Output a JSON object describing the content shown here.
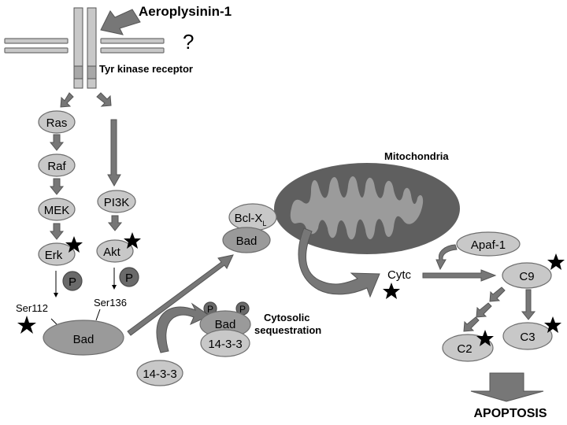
{
  "labels": {
    "drug": "Aeroplysinin-1",
    "question": "?",
    "receptor": "Tyr kinase receptor",
    "mitochondria": "Mitochondria",
    "cytosolic_line1": "Cytosolic",
    "cytosolic_line2": "sequestration",
    "apoptosis": "APOPTOSIS",
    "ser112": "Ser112",
    "ser136": "Ser136",
    "cytc": "Cytc"
  },
  "nodes": {
    "ras": "Ras",
    "raf": "Raf",
    "mek": "MEK",
    "erk": "Erk",
    "pi3k": "PI3K",
    "akt": "Akt",
    "bad_main": "Bad",
    "p": "P",
    "bad_complex": "Bad",
    "complex_1433": "14-3-3",
    "free_1433": "14-3-3",
    "bclx": "Bcl-X",
    "bclx_sub": "L",
    "bad_mito": "Bad",
    "apaf1": "Apaf-1",
    "c9": "C9",
    "c2": "C2",
    "c3": "C3"
  },
  "colors": {
    "light_node": "#c8c8c8",
    "mid_node": "#9a9a9a",
    "dark_node": "#6a6a6a",
    "mitochondria_outer": "#5f5f5f",
    "mitochondria_inner": "#9b9b9b",
    "arrow": "#777777"
  }
}
